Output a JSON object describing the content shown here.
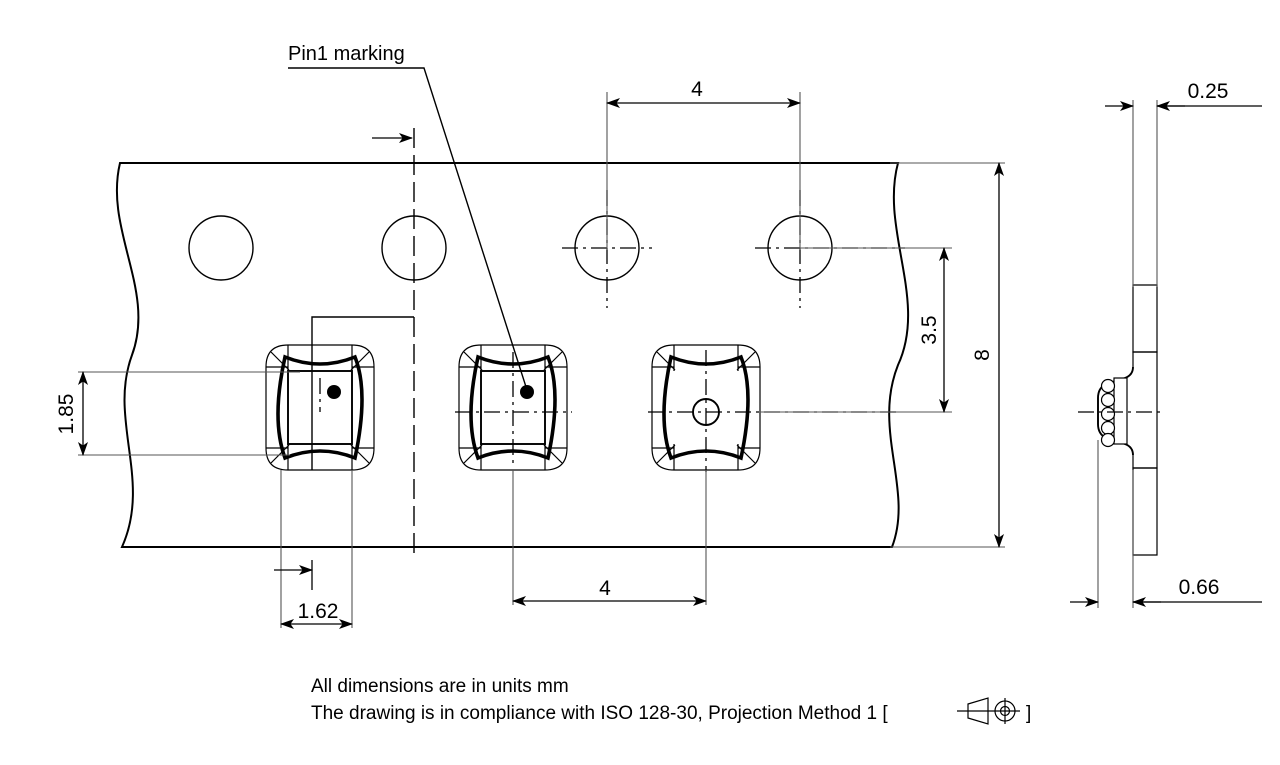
{
  "drawing": {
    "title_label": "Pin1 marking",
    "units_note": "All dimensions are in units mm",
    "standard_note": "The drawing is in compliance with ISO 128-30, Projection Method 1 [",
    "standard_note_close": "]",
    "colors": {
      "line": "#000000",
      "background": "#ffffff",
      "thin_line": "#555555"
    }
  },
  "dimensions": {
    "pitch_top": "4",
    "pitch_bottom": "4",
    "hole_to_pocket": "3.5",
    "tape_width": "8",
    "pocket_offset_v": "1.85",
    "pocket_offset_h": "1.62",
    "tape_thickness": "0.25",
    "pocket_depth": "0.66"
  },
  "views": {
    "plan_view_name": "carrier-tape-plan-view",
    "section_view_name": "carrier-tape-section-view"
  },
  "features": {
    "sprocket_holes": 4,
    "pockets": 3,
    "pin1_dots": 2
  }
}
